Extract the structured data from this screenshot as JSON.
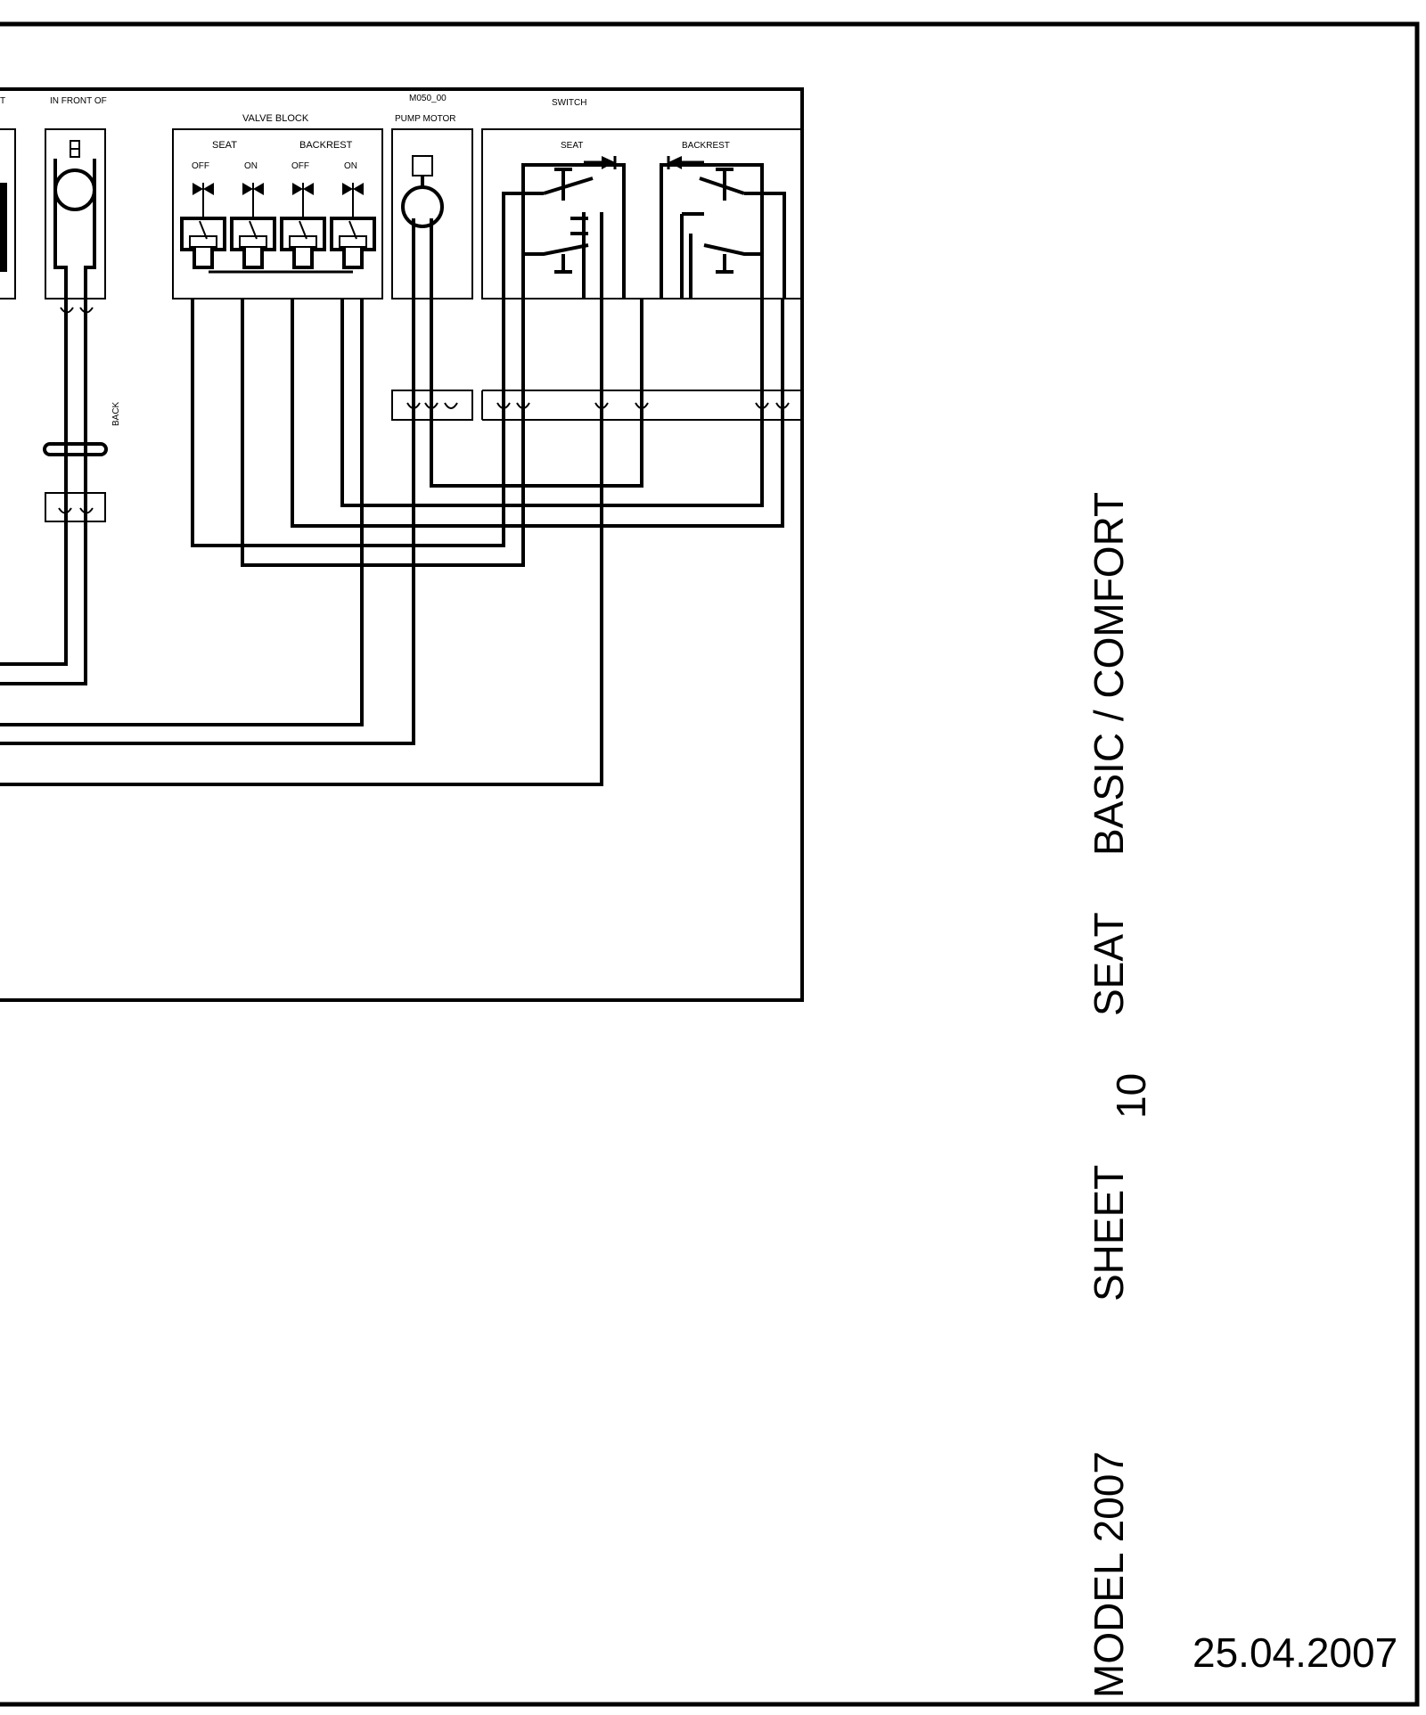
{
  "labels": {
    "cut_left": "T",
    "in_front_of": "IN FRONT OF",
    "back": "BACK",
    "valve_block": "VALVE BLOCK",
    "seat": "SEAT",
    "backrest": "BACKREST",
    "off1": "OFF",
    "on1": "ON",
    "off2": "OFF",
    "on2": "ON",
    "m050": "M050_00",
    "pump_motor": "PUMP MOTOR",
    "switch": "SWITCH",
    "sw_seat": "SEAT",
    "sw_backrest": "BACKREST"
  },
  "title_block": {
    "model": "MODEL 2007",
    "sheet": "SHEET",
    "sheet_no": "10",
    "seat": "SEAT",
    "variant": "BASIC / COMFORT",
    "date": "25.04.2007"
  }
}
